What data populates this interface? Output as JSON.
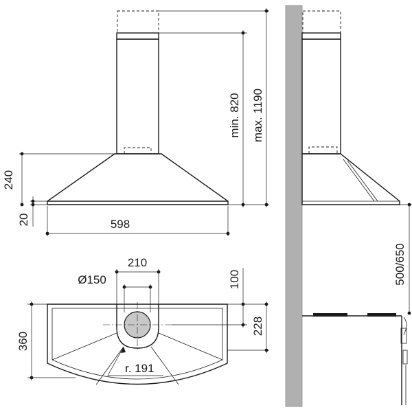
{
  "dimensions": {
    "height_hood": "240",
    "height_rim": "20",
    "width": "598",
    "chimney_min": "min. 820",
    "chimney_max": "max. 1190",
    "width_chimney": "210",
    "duct_diameter": "Ø150",
    "offset_back": "100",
    "depth_duct": "228",
    "depth": "360",
    "radius": "r. 191",
    "height_above_hob": "500/650"
  },
  "colors": {
    "ink": "#1a1a1a",
    "wall": "#b0b0b0"
  }
}
